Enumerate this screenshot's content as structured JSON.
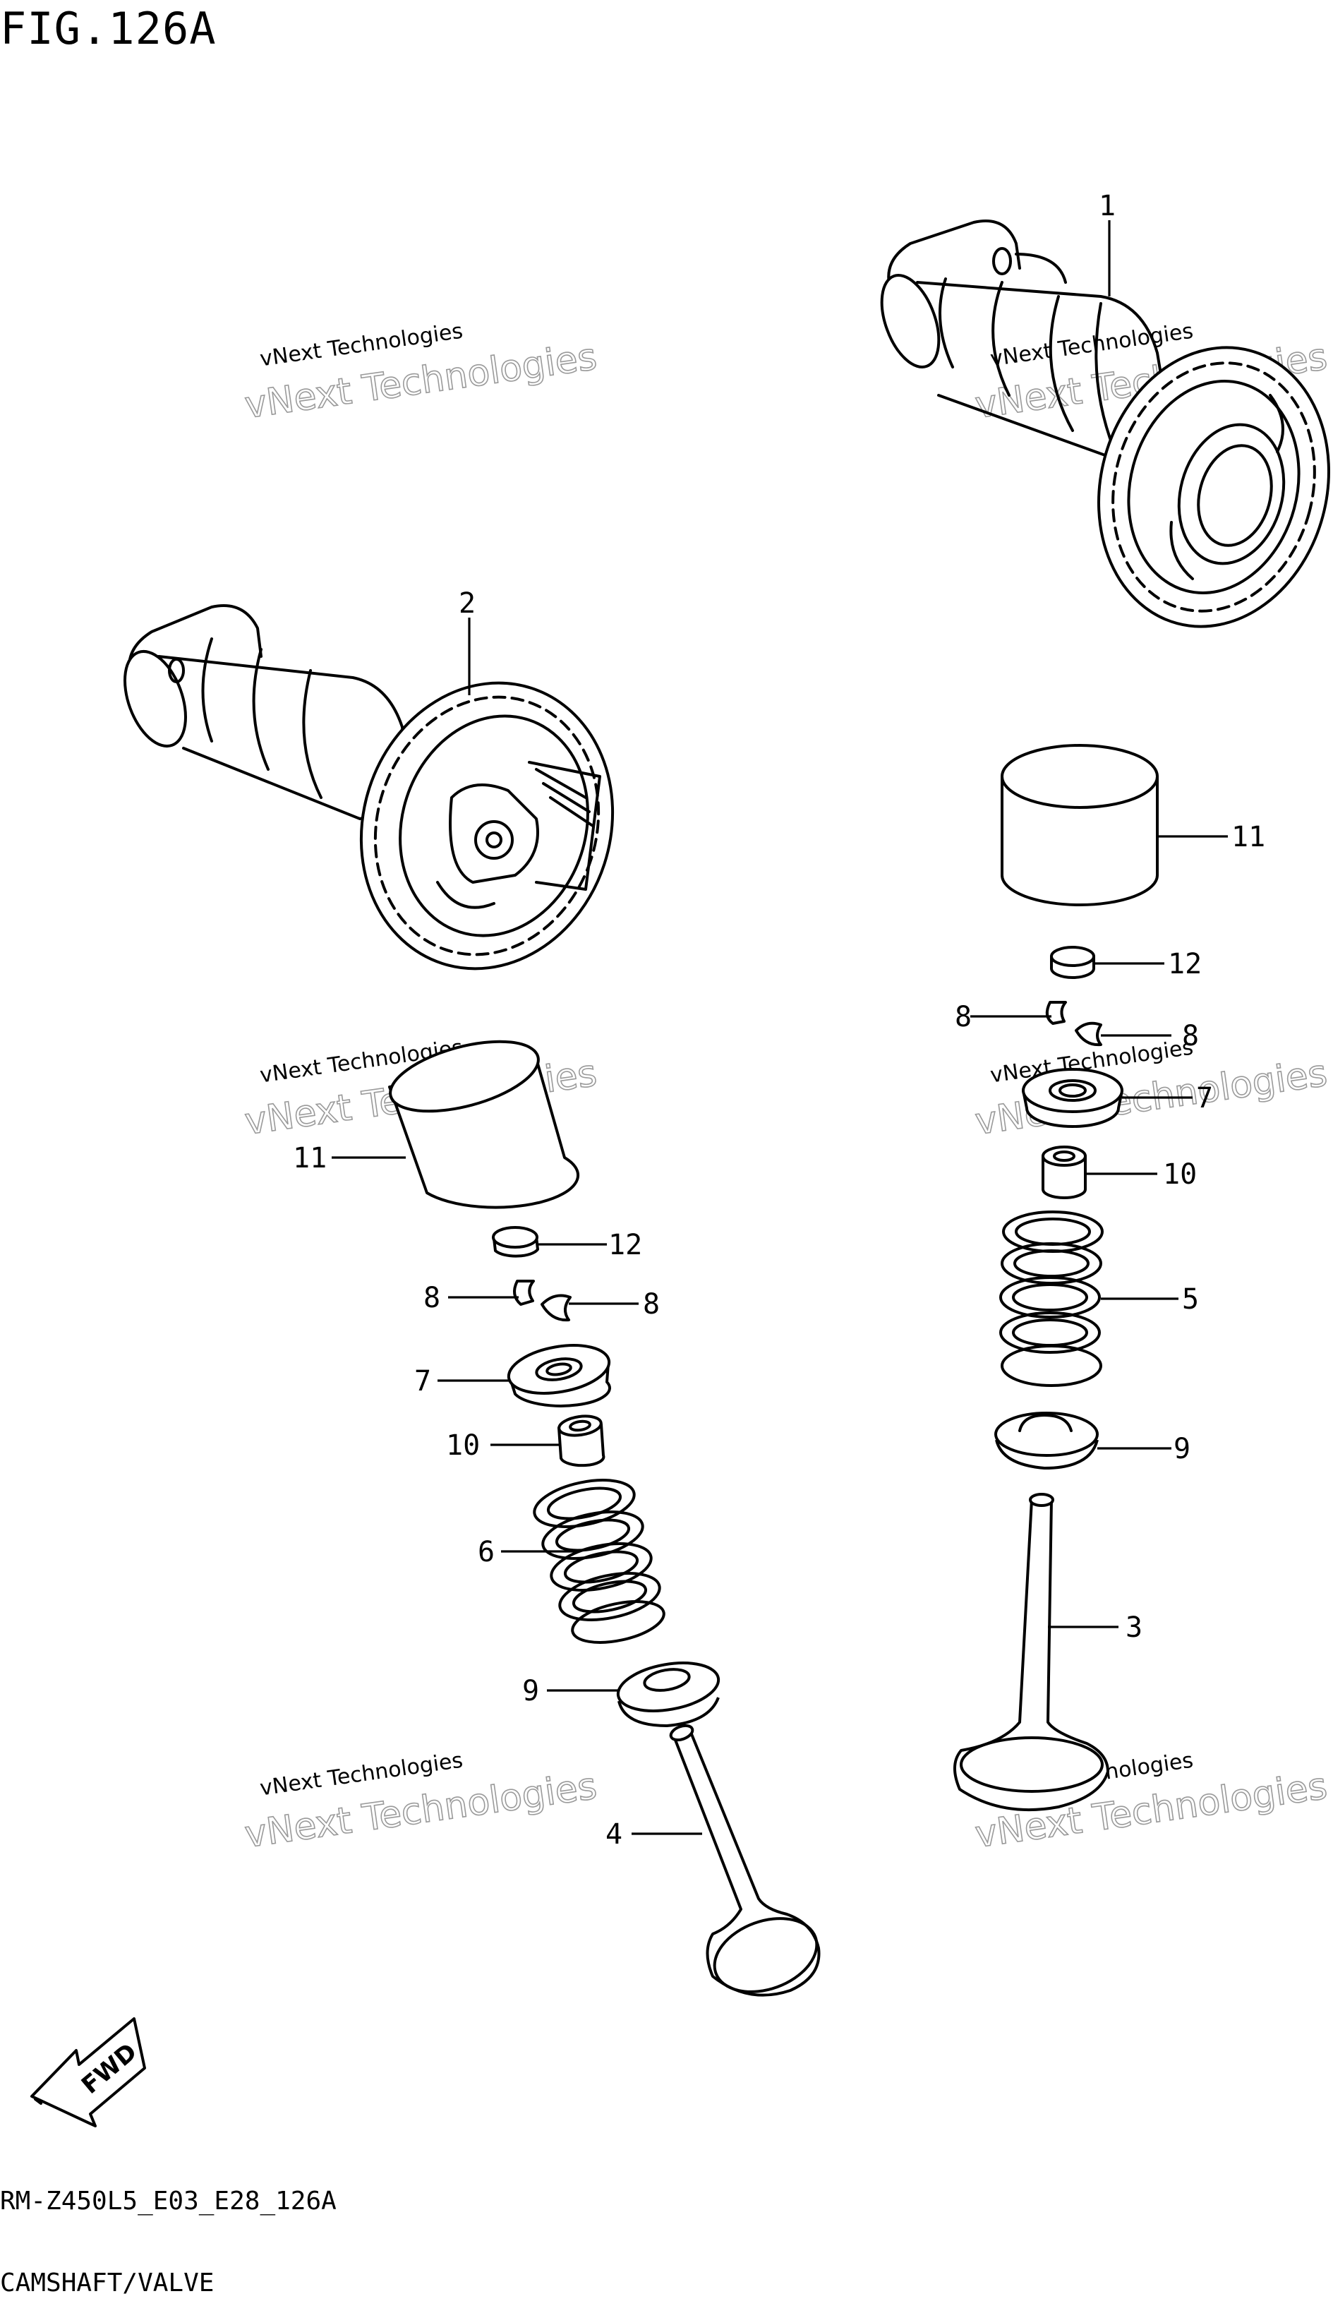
{
  "figure": {
    "title": "FIG.126A",
    "code": "RM-Z450L5_E03_E28_126A",
    "name": "CAMSHAFT/VALVE"
  },
  "callouts": {
    "c1": "1",
    "c2": "2",
    "c3": "3",
    "c4": "4",
    "c5": "5",
    "c6": "6",
    "c7a": "7",
    "c7b": "7",
    "c8a": "8",
    "c8b": "8",
    "c8c": "8",
    "c8d": "8",
    "c9a": "9",
    "c9b": "9",
    "c10a": "10",
    "c10b": "10",
    "c11a": "11",
    "c11b": "11",
    "c12a": "12",
    "c12b": "12"
  },
  "watermark": {
    "line1": "vNext Technologies",
    "line2": "vNext Technologies"
  },
  "fwd_arrow": {
    "label": "FWD"
  }
}
